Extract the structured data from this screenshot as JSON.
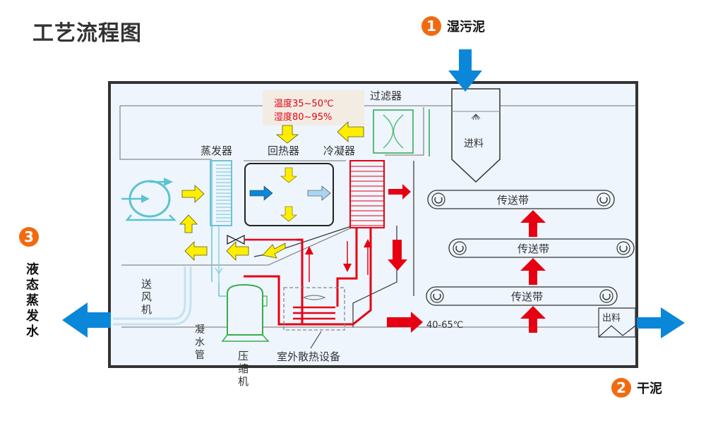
{
  "title": "工艺流程图",
  "steps": [
    {
      "number": "1",
      "label": "湿污泥"
    },
    {
      "number": "2",
      "label": "干泥"
    },
    {
      "number": "3",
      "label": "液态蒸发水"
    }
  ],
  "condition_box": {
    "temperature": "温度35~50℃",
    "humidity": "湿度80~95%"
  },
  "labels": {
    "filter": "过滤器",
    "evaporator": "蒸发器",
    "reheater": "回热器",
    "condenser": "冷凝器",
    "feed": "进料",
    "blower": "送风机",
    "condensate_pipe": "凝水管",
    "compressor": "压缩机",
    "outdoor_unit": "室外散热设备",
    "discharge": "出料",
    "conveyor": "传送带",
    "dry_temp": "40-65℃"
  },
  "colors": {
    "badge": "#f26a10",
    "flow_blue": "#0a87d8",
    "air_yellow": "#ffee00",
    "heat_red": "#e60012",
    "panel_bg": "#eef5fd",
    "frame": "#333333"
  },
  "icons": {
    "inlet": "arrow-down-icon",
    "outlet": "arrow-right-icon",
    "water_out": "arrow-left-icon"
  }
}
